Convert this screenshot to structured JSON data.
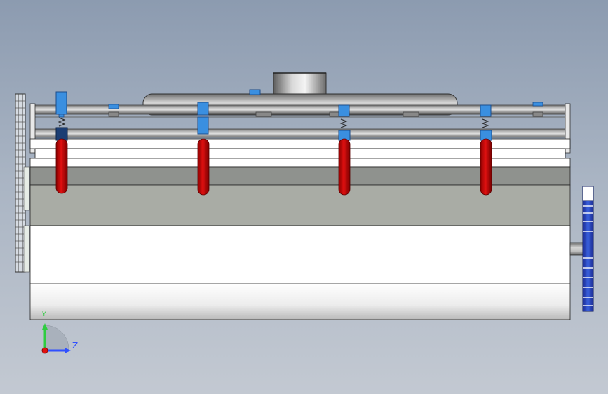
{
  "viewport": {
    "background_top": "#8c9bb0",
    "background_bottom": "#c3c9d2"
  },
  "model": {
    "nozzle_count": 4,
    "colors": {
      "housing_light": "#ffffff",
      "housing_gray": "#a9aca5",
      "housing_dark_band": "#8c8f8c",
      "nozzle_red": "#cc0000",
      "clamp_blue": "#3a8fe0",
      "rail_gray": "#b8b8b8",
      "duct_gray": "#9a9a9a"
    }
  },
  "triad": {
    "y_label": "Y",
    "z_label": "Z",
    "y_color": "#2ecc40",
    "z_color": "#3050ff",
    "origin_color": "#e01010"
  }
}
